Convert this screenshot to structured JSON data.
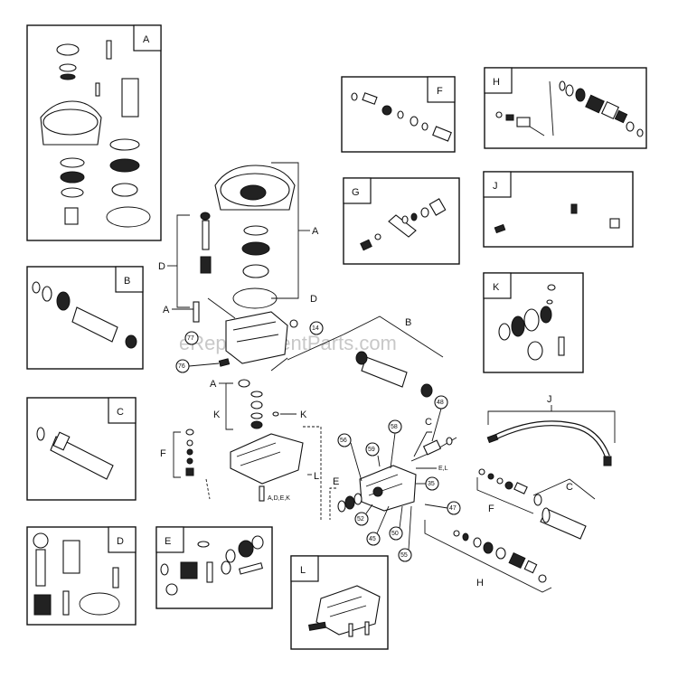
{
  "watermark": "eReplacementParts.com",
  "kit_labels": {
    "a": "A",
    "b": "B",
    "c": "C",
    "d": "D",
    "e": "E",
    "f": "F",
    "g": "G",
    "h": "H",
    "j": "J",
    "k": "K",
    "l": "L"
  },
  "callouts": {
    "c76": "76",
    "c77": "77",
    "c56": "56",
    "c58": "58",
    "c59": "59",
    "c48": "48",
    "c35": "35",
    "c52": "52",
    "c45": "45",
    "c50": "50",
    "c55": "55",
    "c47": "47",
    "c14": "14"
  },
  "leader_labels": {
    "a_top": "A",
    "d_top": "D",
    "d_left": "D",
    "a_left": "A",
    "b_right": "B",
    "a_mid": "A",
    "k_left": "K",
    "k_right": "K",
    "f_left": "F",
    "l_right": "L",
    "adek": "A,D,E,K",
    "c_mid": "C",
    "e_mid": "E",
    "el": "E,L",
    "f_bottom": "F",
    "c_right": "C",
    "j_right": "J",
    "h_bottom": "H"
  }
}
